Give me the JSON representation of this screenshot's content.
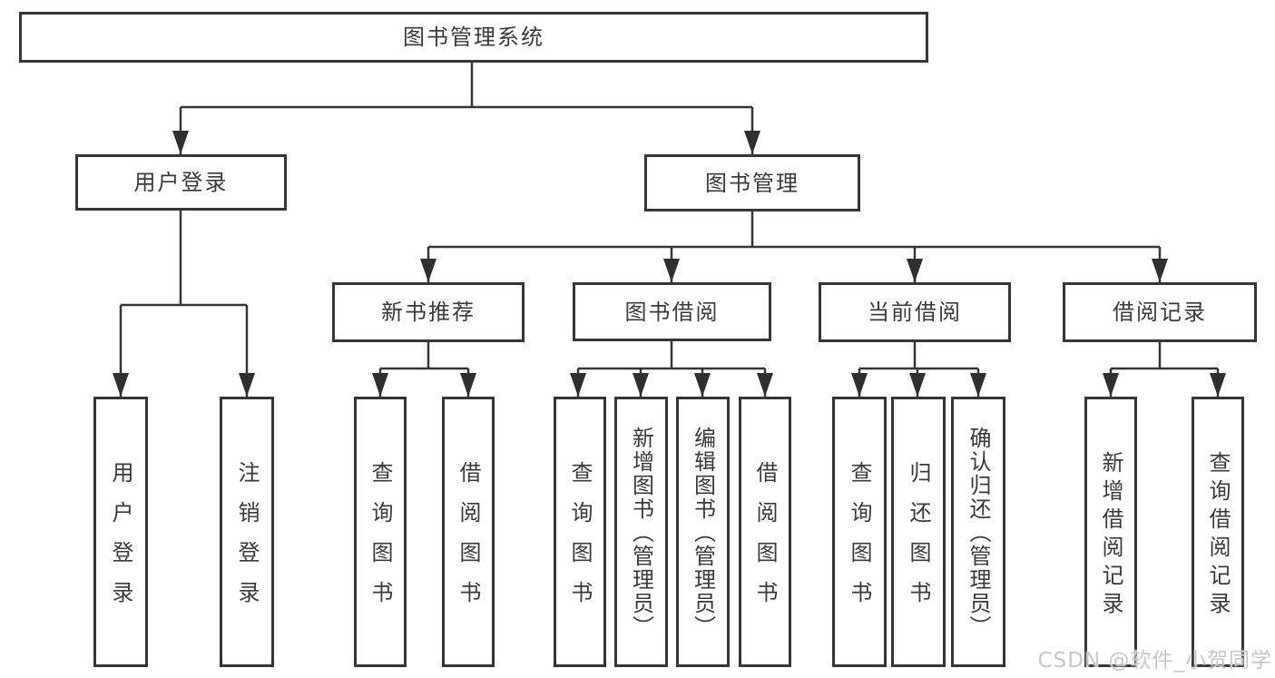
{
  "root": {
    "label": "图书管理系统",
    "children": [
      {
        "label": "用户登录",
        "children": [
          {
            "label": "用户登录"
          },
          {
            "label": "注销登录"
          }
        ]
      },
      {
        "label": "图书管理",
        "children": [
          {
            "label": "新书推荐",
            "children": [
              {
                "label": "查询图书"
              },
              {
                "label": "借阅图书"
              }
            ]
          },
          {
            "label": "图书借阅",
            "children": [
              {
                "label": "查询图书"
              },
              {
                "label": "新增图书（管理员）"
              },
              {
                "label": "编辑图书（管理员）"
              },
              {
                "label": "借阅图书"
              }
            ]
          },
          {
            "label": "当前借阅",
            "children": [
              {
                "label": "查询图书"
              },
              {
                "label": "归还图书"
              },
              {
                "label": "确认归还（管理员）"
              }
            ]
          },
          {
            "label": "借阅记录",
            "children": [
              {
                "label": "新增借阅记录"
              },
              {
                "label": "查询借阅记录"
              }
            ]
          }
        ]
      }
    ]
  },
  "watermark": "CSDN @软件_小贺同学",
  "colors": {
    "line": "#363636",
    "text": "#3a3a3a",
    "background": "#ffffff",
    "watermark": "#c7c7c7"
  }
}
